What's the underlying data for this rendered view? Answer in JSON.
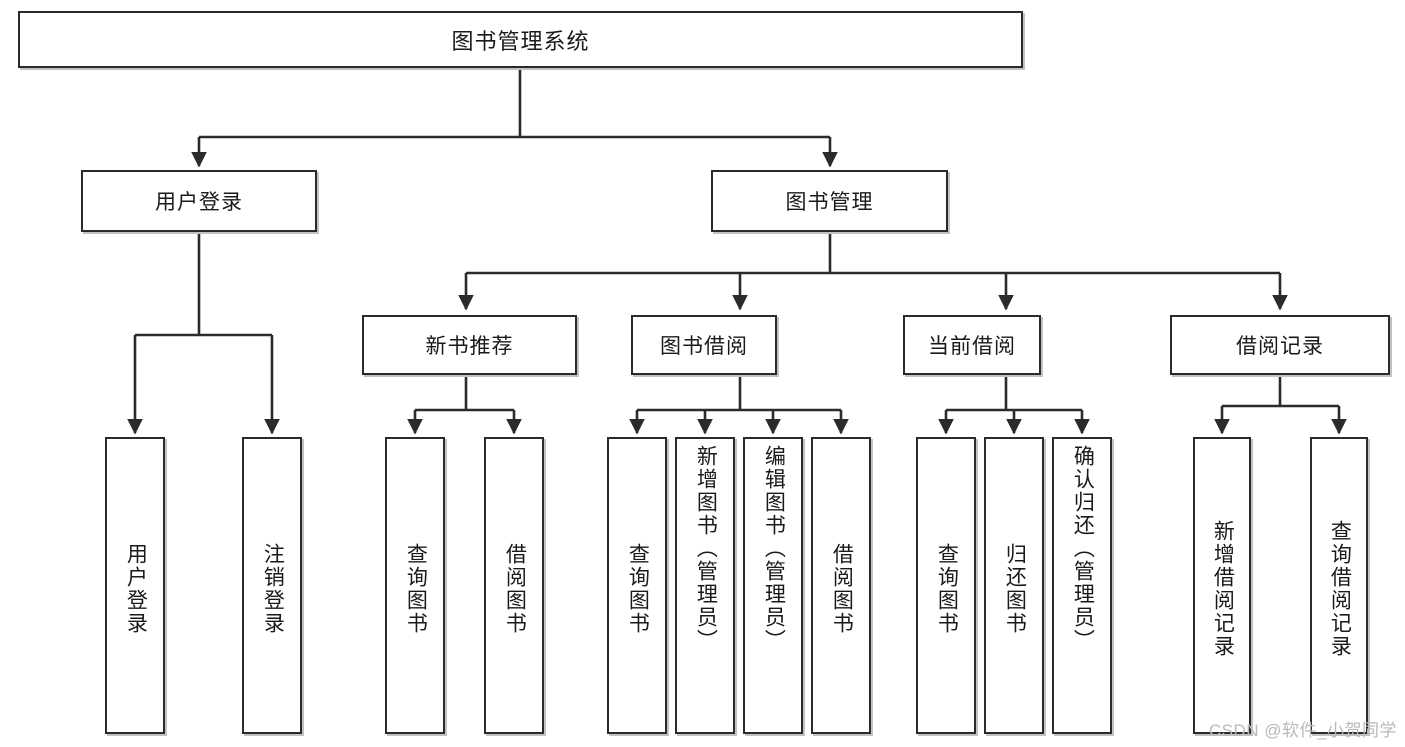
{
  "diagram": {
    "title": "图书管理系统",
    "watermark": "CSDN @软件_小贺同学",
    "line_color": "#2b2b2b",
    "box_fill": "#ffffff",
    "text_color": "#1a1a1a",
    "watermark_color": "#b9b9b9"
  },
  "nodes": {
    "root": {
      "label": "图书管理系统",
      "level": 1,
      "orientation": "horizontal"
    },
    "l2": [
      {
        "id": "user-login",
        "label": "用户登录",
        "level": 2,
        "orientation": "horizontal"
      },
      {
        "id": "book-manage",
        "label": "图书管理",
        "level": 2,
        "orientation": "horizontal"
      }
    ],
    "l3": [
      {
        "id": "new-book-recommend",
        "label": "新书推荐",
        "level": 3,
        "orientation": "horizontal"
      },
      {
        "id": "book-borrow",
        "label": "图书借阅",
        "level": 3,
        "orientation": "horizontal"
      },
      {
        "id": "current-borrow",
        "label": "当前借阅",
        "level": 3,
        "orientation": "horizontal"
      },
      {
        "id": "borrow-record",
        "label": "借阅记录",
        "level": 3,
        "orientation": "horizontal"
      }
    ],
    "leaves": [
      {
        "id": "leaf-user-login",
        "label": "用户登录",
        "parent": "user-login",
        "orientation": "vertical"
      },
      {
        "id": "leaf-user-logout",
        "label": "注销登录",
        "parent": "user-login",
        "orientation": "vertical"
      },
      {
        "id": "leaf-query-book-1",
        "label": "查询图书",
        "parent": "new-book-recommend",
        "orientation": "vertical"
      },
      {
        "id": "leaf-borrow-book-1",
        "label": "借阅图书",
        "parent": "new-book-recommend",
        "orientation": "vertical"
      },
      {
        "id": "leaf-query-book-2",
        "label": "查询图书",
        "parent": "book-borrow",
        "orientation": "vertical"
      },
      {
        "id": "leaf-add-book",
        "label": "新增图书（管理员）",
        "parent": "book-borrow",
        "orientation": "vertical"
      },
      {
        "id": "leaf-edit-book",
        "label": "编辑图书（管理员）",
        "parent": "book-borrow",
        "orientation": "vertical"
      },
      {
        "id": "leaf-borrow-book-2",
        "label": "借阅图书",
        "parent": "book-borrow",
        "orientation": "vertical"
      },
      {
        "id": "leaf-query-book-3",
        "label": "查询图书",
        "parent": "current-borrow",
        "orientation": "vertical"
      },
      {
        "id": "leaf-return-book",
        "label": "归还图书",
        "parent": "current-borrow",
        "orientation": "vertical"
      },
      {
        "id": "leaf-confirm-return",
        "label": "确认归还（管理员）",
        "parent": "current-borrow",
        "orientation": "vertical"
      },
      {
        "id": "leaf-add-record",
        "label": "新增借阅记录",
        "parent": "borrow-record",
        "orientation": "vertical"
      },
      {
        "id": "leaf-query-record",
        "label": "查询借阅记录",
        "parent": "borrow-record",
        "orientation": "vertical"
      }
    ]
  }
}
